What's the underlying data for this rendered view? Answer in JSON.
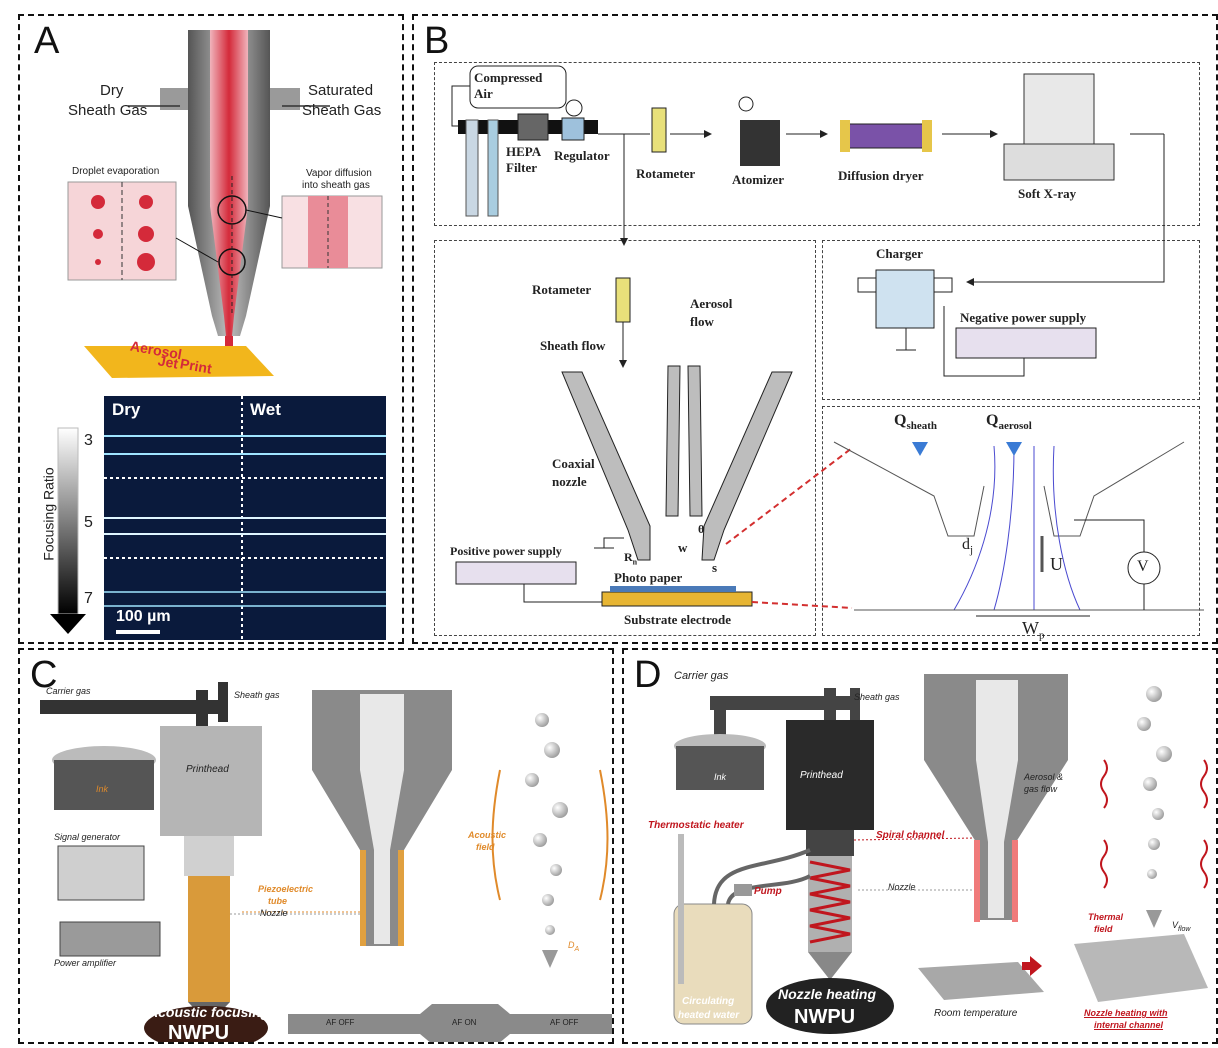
{
  "figure": {
    "border_color": "#111111"
  },
  "panelA": {
    "letter": "A",
    "dry_sheath_gas": [
      "Dry",
      "Sheath Gas"
    ],
    "saturated_sheath_gas": [
      "Saturated",
      "Sheath Gas"
    ],
    "droplet_evaporation": "Droplet evaporation",
    "vapor_diffusion": [
      "Vapor diffusion",
      "into sheath gas"
    ],
    "print_text": [
      "Aerosol",
      "Jet",
      "Print"
    ],
    "micro": {
      "dry": "Dry",
      "wet": "Wet",
      "scale": "100 µm"
    },
    "focusing_ratio": "Focusing Ratio",
    "ratios": [
      "3",
      "5",
      "7"
    ],
    "colors": {
      "ink": "#d42a3a",
      "substrate": "#f2b61c",
      "micro_bg": "#0a1a3c",
      "line": "#9fe4ff"
    }
  },
  "panelB": {
    "letter": "B",
    "compressed_air": [
      "Compressed",
      "Air"
    ],
    "hepa_filter": [
      "HEPA",
      "Filter"
    ],
    "regulator": "Regulator",
    "rotameter": "Rotameter",
    "atomizer": "Atomizer",
    "diffusion_dryer": "Diffusion dryer",
    "soft_xray": "Soft X-ray",
    "rotameter2": "Rotameter",
    "aerosol_flow": [
      "Aerosol",
      "flow"
    ],
    "sheath_flow": "Sheath flow",
    "coaxial_nozzle": [
      "Coaxial",
      "nozzle"
    ],
    "positive_power": "Positive power supply",
    "photo_paper": "Photo paper",
    "substrate_electrode": "Substrate electrode",
    "w": "w",
    "theta": "θ",
    "s": "s",
    "r": "R",
    "r_sub": "n",
    "charger": "Charger",
    "negative_power": "Negative power supply",
    "q_sheath": "Q",
    "q_sheath_sub": "sheath",
    "q_aerosol": "Q",
    "q_aerosol_sub": "aerosol",
    "dj": "d",
    "dj_sub": "j",
    "u": "U",
    "v": "V",
    "wp": "W",
    "wp_sub": "p"
  },
  "panelC": {
    "letter": "C",
    "carrier_gas": "Carrier gas",
    "sheath_gas": "Sheath gas",
    "printhead": "Printhead",
    "ink": "Ink",
    "signal_generator": "Signal generator",
    "power_amplifier": "Power amplifier",
    "piezo": [
      "Piezoelectric",
      "tube"
    ],
    "nozzle": "Nozzle",
    "acoustic_field": [
      "Acoustic",
      "field"
    ],
    "da": "D",
    "da_sub": "A",
    "acoustic_focusing": "Acoustic focusing",
    "nwpu": "NWPU",
    "af_off_1": "AF OFF",
    "af_on": "AF ON",
    "af_off_2": "AF OFF",
    "colors": {
      "accent": "#e08a2a",
      "tube": "#d99a3a"
    }
  },
  "panelD": {
    "letter": "D",
    "carrier_gas": "Carrier gas",
    "sheath_gas": "Sheath gas",
    "ink": "Ink",
    "printhead": "Printhead",
    "thermostatic_heater": "Thermostatic heater",
    "pump": "Pump",
    "spiral_channel": "Spiral channel",
    "nozzle": "Nozzle",
    "aerosol_gas_flow": [
      "Aerosol &",
      "gas flow"
    ],
    "thermal_field": [
      "Thermal",
      "field"
    ],
    "v_flow": "V",
    "v_flow_sub": "flow",
    "circulating": [
      "Circulating",
      "heated water"
    ],
    "nozzle_heating": "Nozzle heating",
    "nwpu": "NWPU",
    "room_temperature": "Room temperature",
    "nozzle_heating_internal": [
      "Nozzle heating with",
      "internal channel"
    ],
    "colors": {
      "accent": "#c0161e"
    }
  }
}
